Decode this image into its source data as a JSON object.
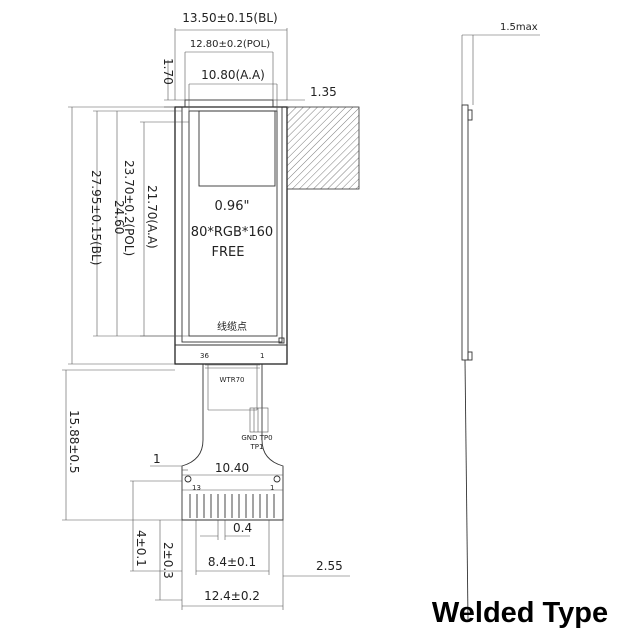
{
  "title": "Welded Type",
  "dims": {
    "bl_width": "13.50±0.15(BL)",
    "pol_width": "12.80±0.2(POL)",
    "aa_width": "10.80(A.A)",
    "top_offset": "1.70",
    "side_offset": "1.35",
    "bl_height": "27.95±0.15(BL)",
    "total_24": "24.60",
    "pol_height": "23.70±0.2(POL)",
    "aa_height": "21.70(A.A)",
    "fpc_length": "15.88±0.5",
    "pin_gap": "1",
    "pad_span": "10.40",
    "pitch": "0.4",
    "stiffener_4": "4±0.1",
    "stiffener_2": "2±0.3",
    "pad_width": "8.4±0.1",
    "right_offset": "2.55",
    "fpc_width": "12.4±0.2",
    "thickness": "1.5max"
  },
  "panel": {
    "size": "0.96\"",
    "resolution": "80*RGB*160",
    "mode": "FREE",
    "mark": "线缆点"
  },
  "fpc_labels": {
    "gnd": "GND TP0",
    "tp1": "TP1",
    "pin_left": "13",
    "pin_right": "1",
    "top_pin_left": "36",
    "top_pin_right": "1",
    "part": "WTR70"
  }
}
